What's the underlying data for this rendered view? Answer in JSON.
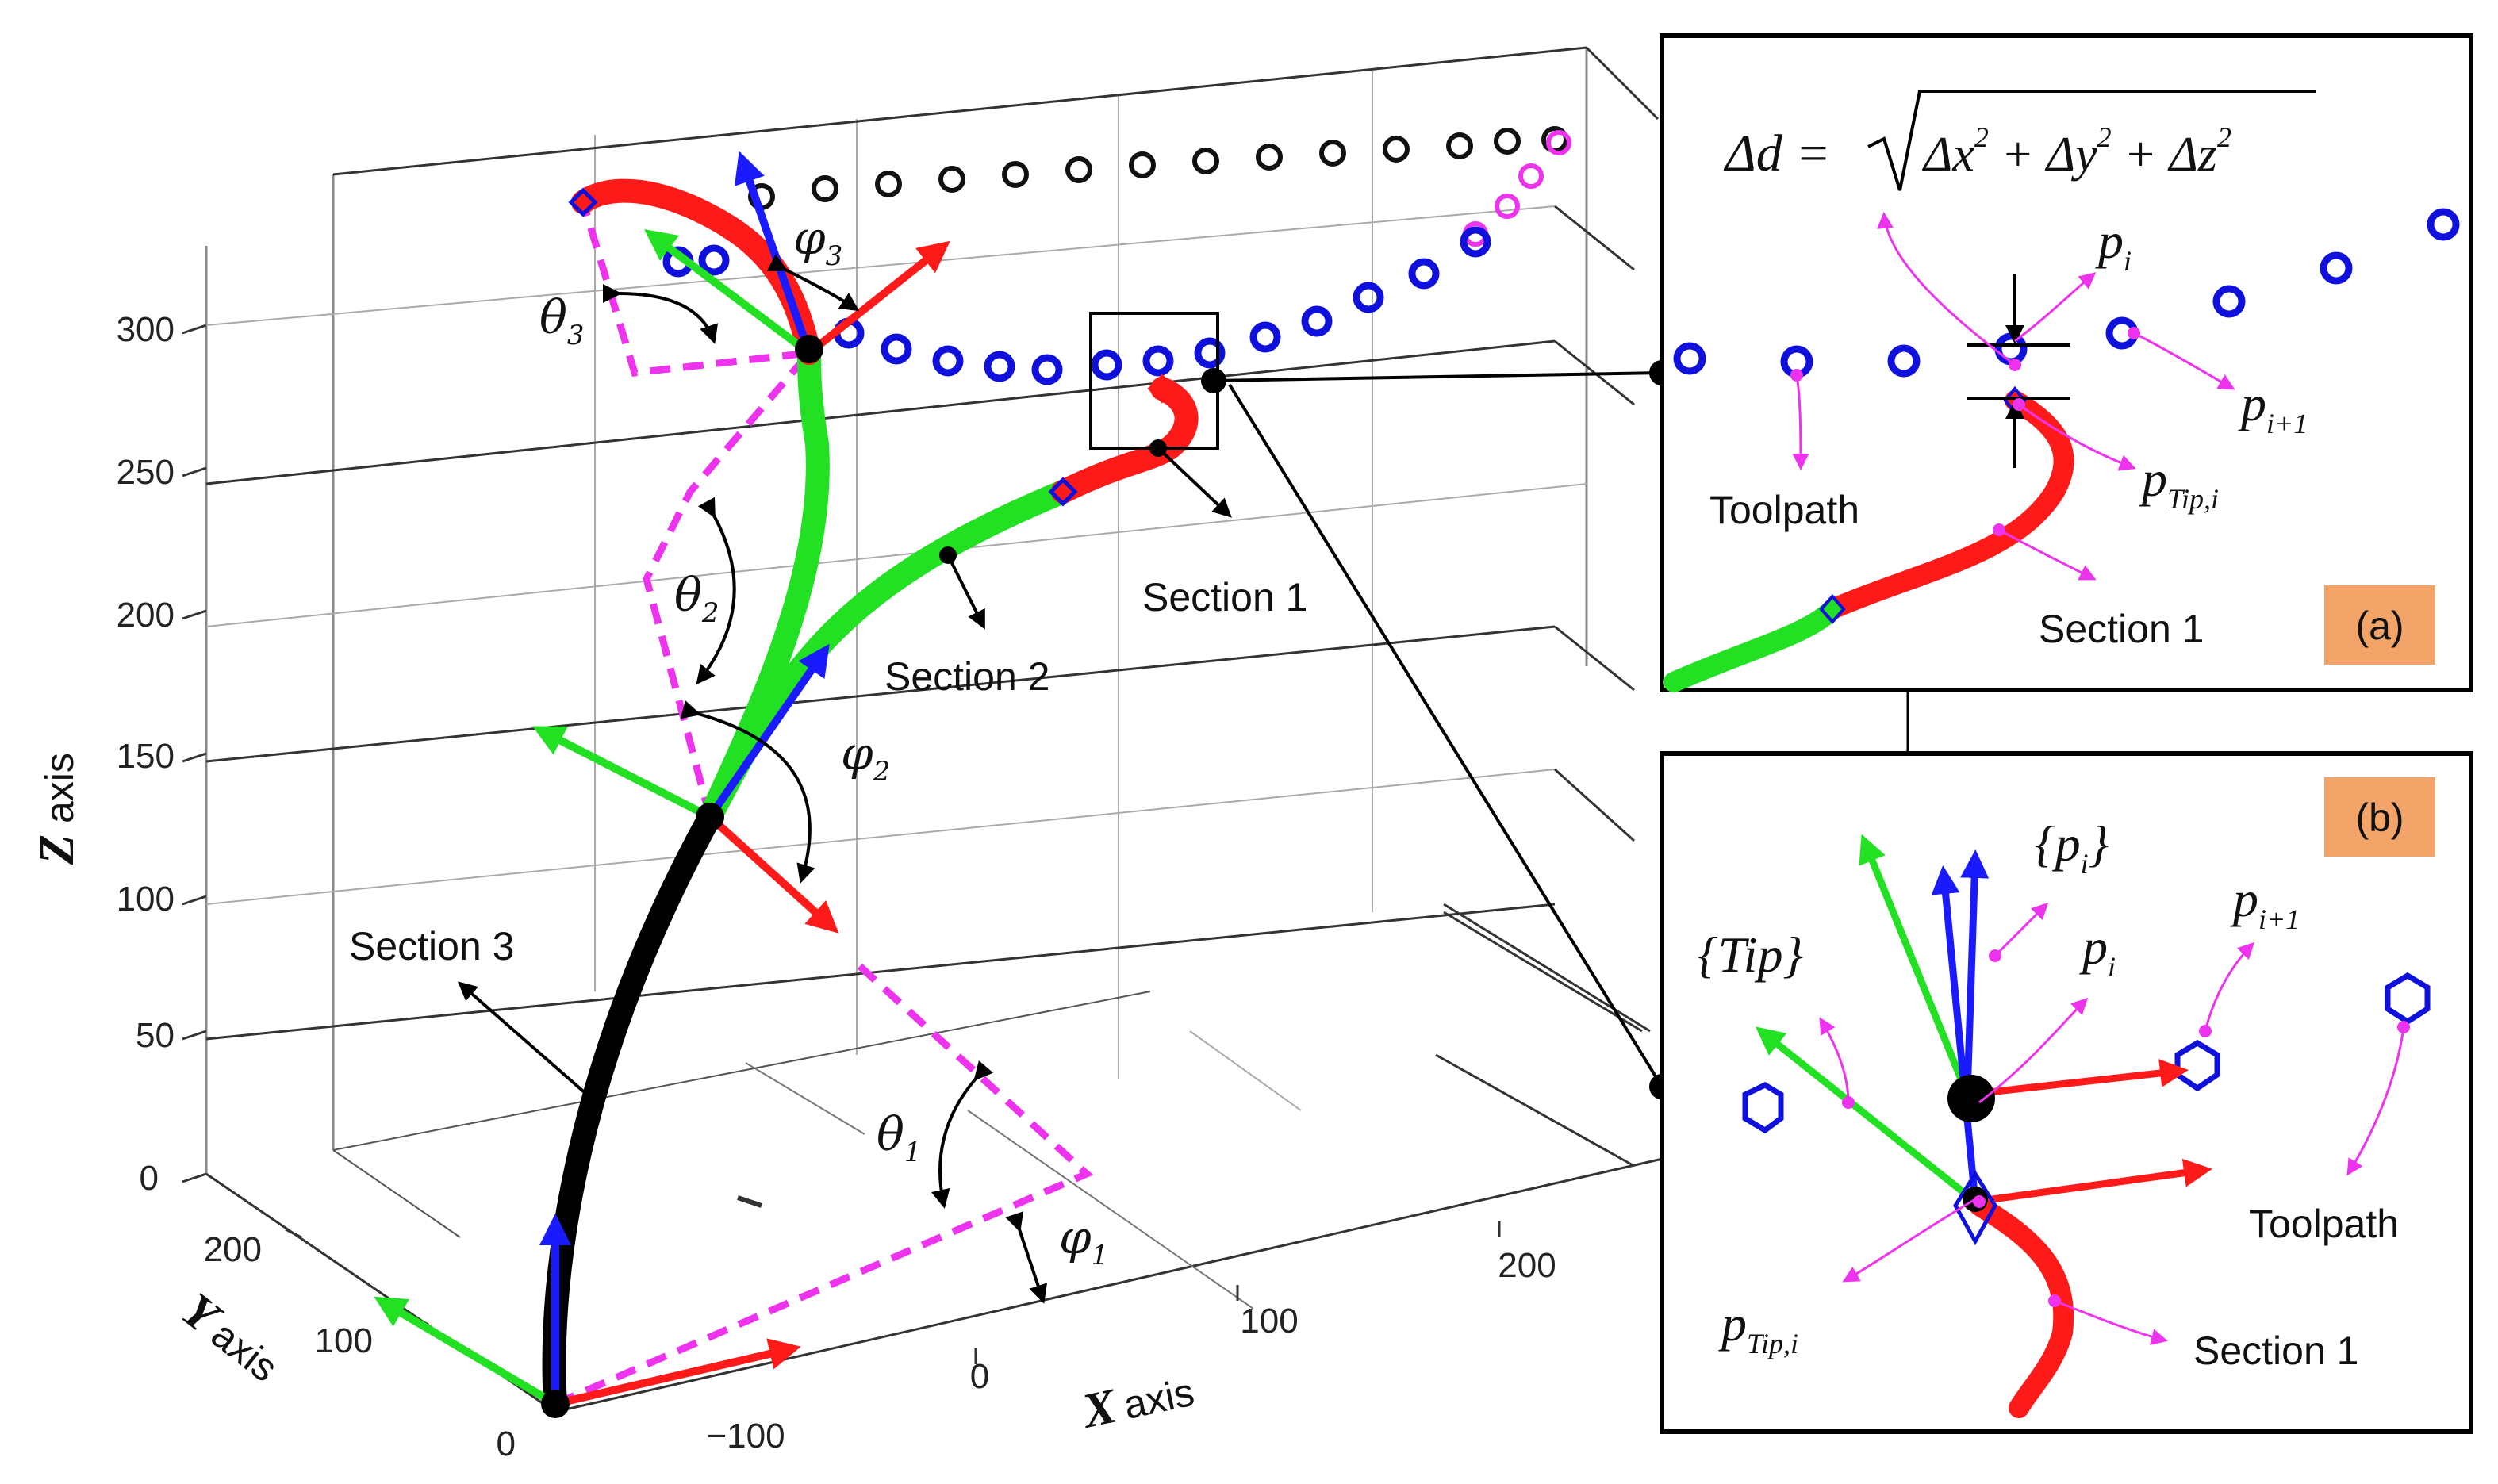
{
  "axes": {
    "z_label": "Z",
    "z_word": "axis",
    "y_label": "Y",
    "y_word": "axis",
    "x_label": "X",
    "x_word": "axis",
    "z_ticks": [
      "300",
      "250",
      "200",
      "150",
      "100",
      "50",
      "0"
    ],
    "y_ticks": [
      "200",
      "100",
      "0"
    ],
    "x_ticks": [
      "−100",
      "0",
      "100",
      "200"
    ]
  },
  "main": {
    "section1": "Section 1",
    "section2": "Section 2",
    "section3": "Section 3",
    "theta": "θ",
    "phi": "φ",
    "sub1": "1",
    "sub2": "2",
    "sub3": "3"
  },
  "inset_a": {
    "badge": "(a)",
    "formula_lhs": "Δd =",
    "formula_rad": "Δx",
    "formula_rad2": " + Δy",
    "formula_rad3": " + Δz",
    "sq": "2",
    "p": "p",
    "i": "i",
    "i1": "i+1",
    "tip_sub": "Tip,",
    "toolpath": "Toolpath",
    "section1": "Section 1"
  },
  "inset_b": {
    "badge": "(b)",
    "set_pi_open": "{",
    "set_pi_close": "}",
    "set_tip": "Tip",
    "p": "p",
    "i": "i",
    "i1": "i+1",
    "tip_sub": "Tip,",
    "toolpath": "Toolpath",
    "section1": "Section 1"
  },
  "colors": {
    "section1": "#ff1a1a",
    "section2": "#22e022",
    "section3": "#000000",
    "frame_x": "#ff1a1a",
    "frame_y": "#22e022",
    "frame_z": "#1a1aff",
    "toolpath": "#1010dd",
    "angle_lines": "#ee33ee",
    "badge": "#f2a468"
  }
}
